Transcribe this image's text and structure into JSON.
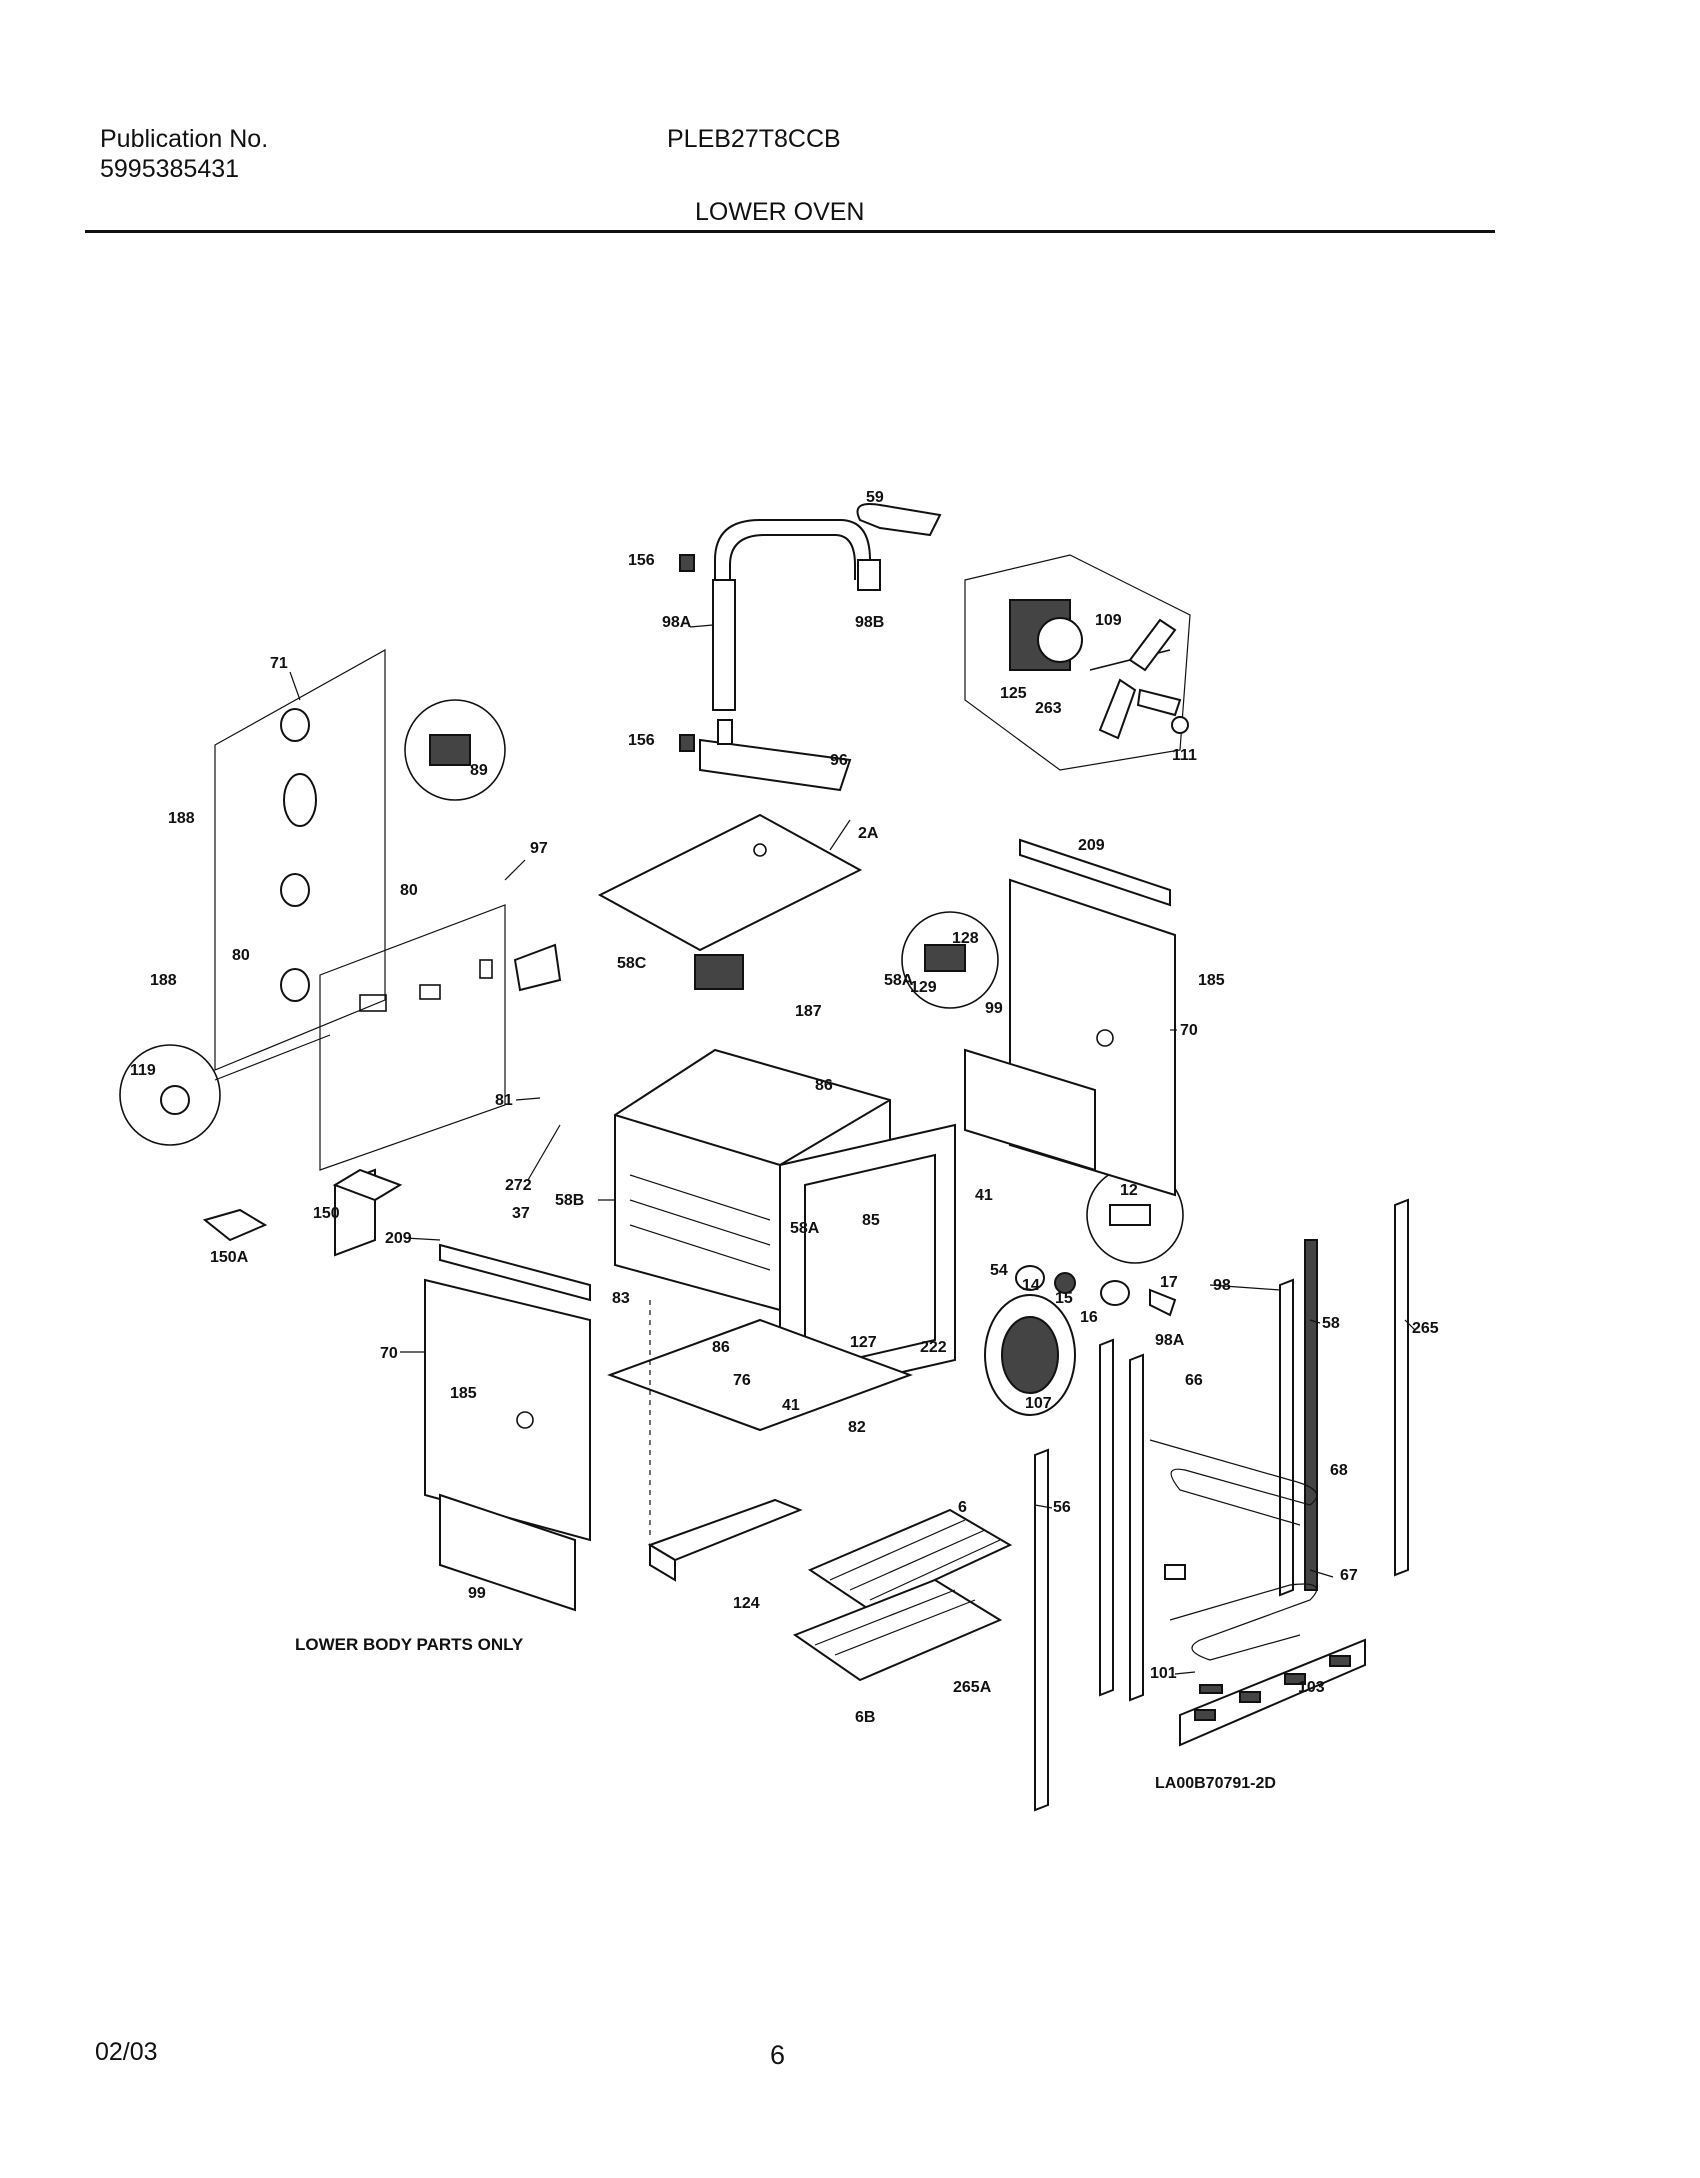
{
  "header": {
    "publication_label": "Publication No.",
    "publication_number": "5995385431",
    "model": "PLEB27T8CCB",
    "section_title": "LOWER OVEN"
  },
  "diagram": {
    "callouts": {
      "c59": "59",
      "c156a": "156",
      "c98a_top": "98A",
      "c98b": "98B",
      "c156b": "156",
      "c96": "96",
      "c2a": "2A",
      "c109": "109",
      "c125": "125",
      "c263": "263",
      "c111": "111",
      "c71": "71",
      "c89": "89",
      "c188a": "188",
      "c97": "97",
      "c80a": "80",
      "c80b": "80",
      "c188b": "188",
      "c119": "119",
      "c209a": "209",
      "c185a": "185",
      "c70a": "70",
      "c128": "128",
      "c129": "129",
      "c58c": "58C",
      "c58a": "58A",
      "c99a": "99",
      "c187": "187",
      "c86a": "86",
      "c81": "81",
      "c272": "272",
      "c58b": "58B",
      "c12": "12",
      "c41a": "41",
      "c58a_lower": "58A",
      "c85": "85",
      "c54": "54",
      "c14": "14",
      "c15": "15",
      "c16": "16",
      "c17": "17",
      "c150": "150",
      "c150a": "150A",
      "c37": "37",
      "c209b": "209",
      "c83": "83",
      "c86b": "86",
      "c127": "127",
      "c222": "222",
      "c76": "76",
      "c41b": "41",
      "c82": "82",
      "c107": "107",
      "c98": "98",
      "c58": "58",
      "c265": "265",
      "c98a_low": "98A",
      "c66": "66",
      "c70b": "70",
      "c185b": "185",
      "c68": "68",
      "c56": "56",
      "c6": "6",
      "c67": "67",
      "c99b": "99",
      "c124": "124",
      "c101": "101",
      "c103": "103",
      "c6b": "6B",
      "c265a": "265A"
    },
    "note": "LOWER BODY PARTS ONLY",
    "drawing_id": "LA00B70791-2D"
  },
  "footer": {
    "date": "02/03",
    "page": "6"
  }
}
